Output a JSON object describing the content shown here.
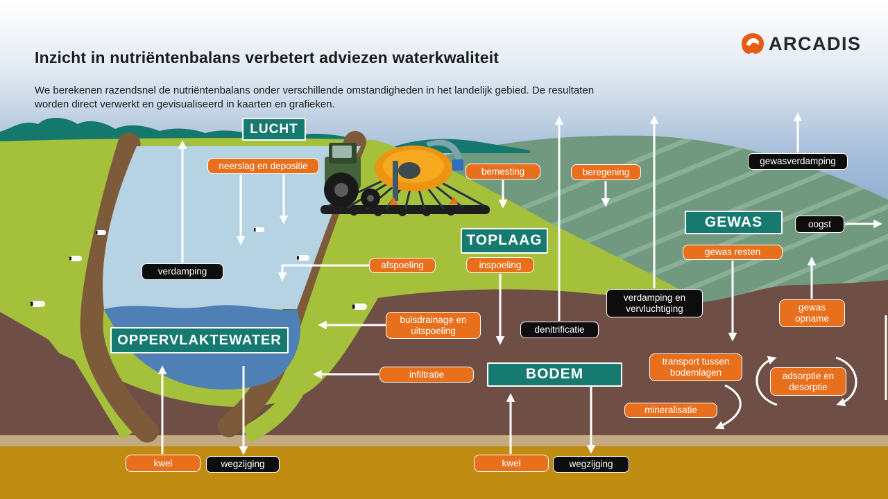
{
  "header": {
    "title": "Inzicht in nutriëntenbalans verbetert adviezen waterkwaliteit",
    "subtitle": "We berekenen razendsnel de nutriëntenbalans onder verschillende omstandigheden in het landelijk gebied. De resultaten worden direct verwerkt en gevisualiseerd in kaarten en grafieken.",
    "brand": "ARCADIS"
  },
  "zones": {
    "lucht": "LUCHT",
    "toplaag": "TOPLAAG",
    "gewas": "GEWAS",
    "oppervlaktewater": "OPPERVLAKTEWATER",
    "bodem": "BODEM"
  },
  "processes": {
    "neerslag": "neerslag en depositie",
    "bemesting": "bemesting",
    "beregening": "beregening",
    "afspoeling": "afspoeling",
    "inspoeling": "inspoeling",
    "gewas_resten": "gewas resten",
    "buisdrainage": "buisdrainage en uitspoeling",
    "infiltratie": "infiltratie",
    "kwel_links": "kwel",
    "kwel_rechts": "kwel",
    "transport": "transport tussen bodemlagen",
    "mineralisatie": "mineralisatie",
    "adsorptie": "adsorptie en desorptie",
    "gewas_opname": "gewas opname"
  },
  "losses": {
    "verdamping": "verdamping",
    "gewasverdamping": "gewasverdamping",
    "oogst": "oogst",
    "verdamping_vervluchtiging": "verdamping en vervluchtiging",
    "denitrificatie": "denitrificatie",
    "wegzijging_links": "wegzijging",
    "wegzijging_rechts": "wegzijging"
  },
  "colors": {
    "teal_box": "#177a70",
    "orange_box": "#e8701d",
    "black_box": "#0d0d0d",
    "field_green": "#a5c13c",
    "hill_green": "#70997f",
    "hill_stripe": "#8fb49a",
    "tree_teal": "#15786d",
    "soil_brown": "#6f4e45",
    "bank_brown": "#7d5b3a",
    "water_light": "#b6d3e3",
    "water_dark": "#4e80b5",
    "sand_layer": "#c3aa82",
    "subsoil_gold": "#bf8b10",
    "arrow_white": "#ffffff",
    "logo_orange": "#e65c13"
  }
}
